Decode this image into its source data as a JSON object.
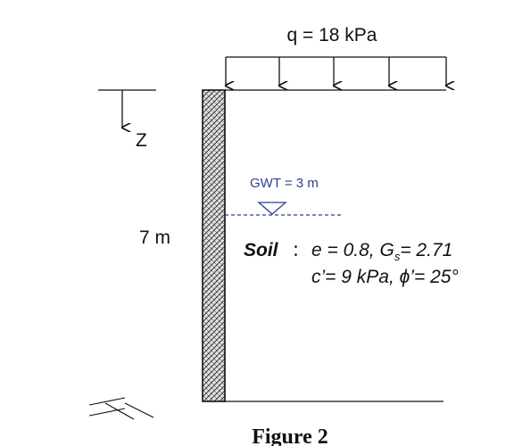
{
  "figure": {
    "load_label": "q = 18 kPa",
    "depth_axis_label": "Z",
    "wall_height_label": "7 m",
    "gwt_label": "GWT = 3 m",
    "soil_heading": "Soil",
    "soil_separator": "：",
    "soil_line1": {
      "e_part": "e = 0.8, G",
      "gs_subscript": "s",
      "gs_part": "= 2.71"
    },
    "soil_line2": "c’= 9 kPa, ϕ’= 25°",
    "caption": "Figure 2"
  },
  "colors": {
    "line": "#111111",
    "gwt": "#2f3f8f",
    "wall_fill": "#d8d8d8"
  }
}
